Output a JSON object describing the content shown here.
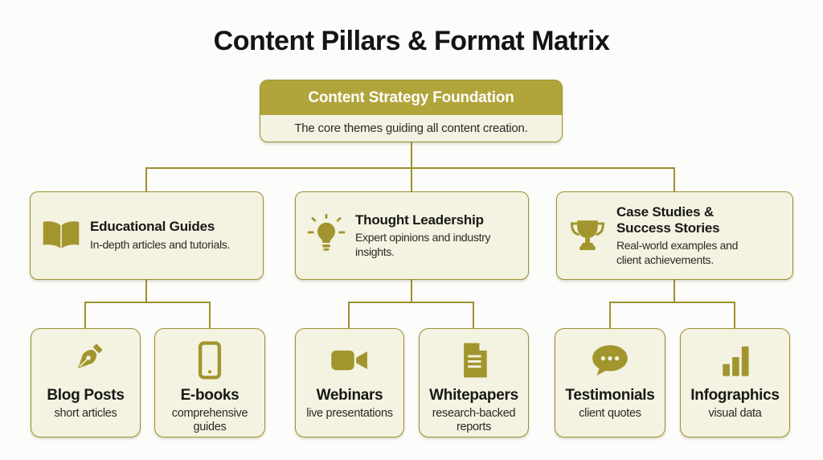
{
  "title": "Content Pillars & Format Matrix",
  "colors": {
    "accent_olive": "#b1a43a",
    "connector_line": "#9c9031",
    "icon_olive": "#a2952e",
    "node_background": "#f4f2e1",
    "page_background": "#fcfcfa"
  },
  "root": {
    "title": "Content Strategy Foundation",
    "subtitle": "The core themes guiding all content creation."
  },
  "pillars": [
    {
      "icon": "open-book-icon",
      "title": "Educational Guides",
      "subtitle": "In-depth articles and tutorials.",
      "formats": [
        {
          "icon": "pen-nib-icon",
          "title": "Blog Posts",
          "subtitle": "short articles"
        },
        {
          "icon": "tablet-icon",
          "title": "E-books",
          "subtitle": "comprehensive guides"
        }
      ]
    },
    {
      "icon": "lightbulb-icon",
      "title": "Thought Leadership",
      "subtitle": "Expert opinions and industry insights.",
      "formats": [
        {
          "icon": "video-camera-icon",
          "title": "Webinars",
          "subtitle": "live presentations"
        },
        {
          "icon": "document-icon",
          "title": "Whitepapers",
          "subtitle": "research-backed reports"
        }
      ]
    },
    {
      "icon": "trophy-icon",
      "title": "Case Studies & Success Stories",
      "subtitle": "Real-world examples and client achievements.",
      "formats": [
        {
          "icon": "speech-bubble-icon",
          "title": "Testimonials",
          "subtitle": "client quotes"
        },
        {
          "icon": "bar-chart-icon",
          "title": "Infographics",
          "subtitle": "visual data"
        }
      ]
    }
  ]
}
